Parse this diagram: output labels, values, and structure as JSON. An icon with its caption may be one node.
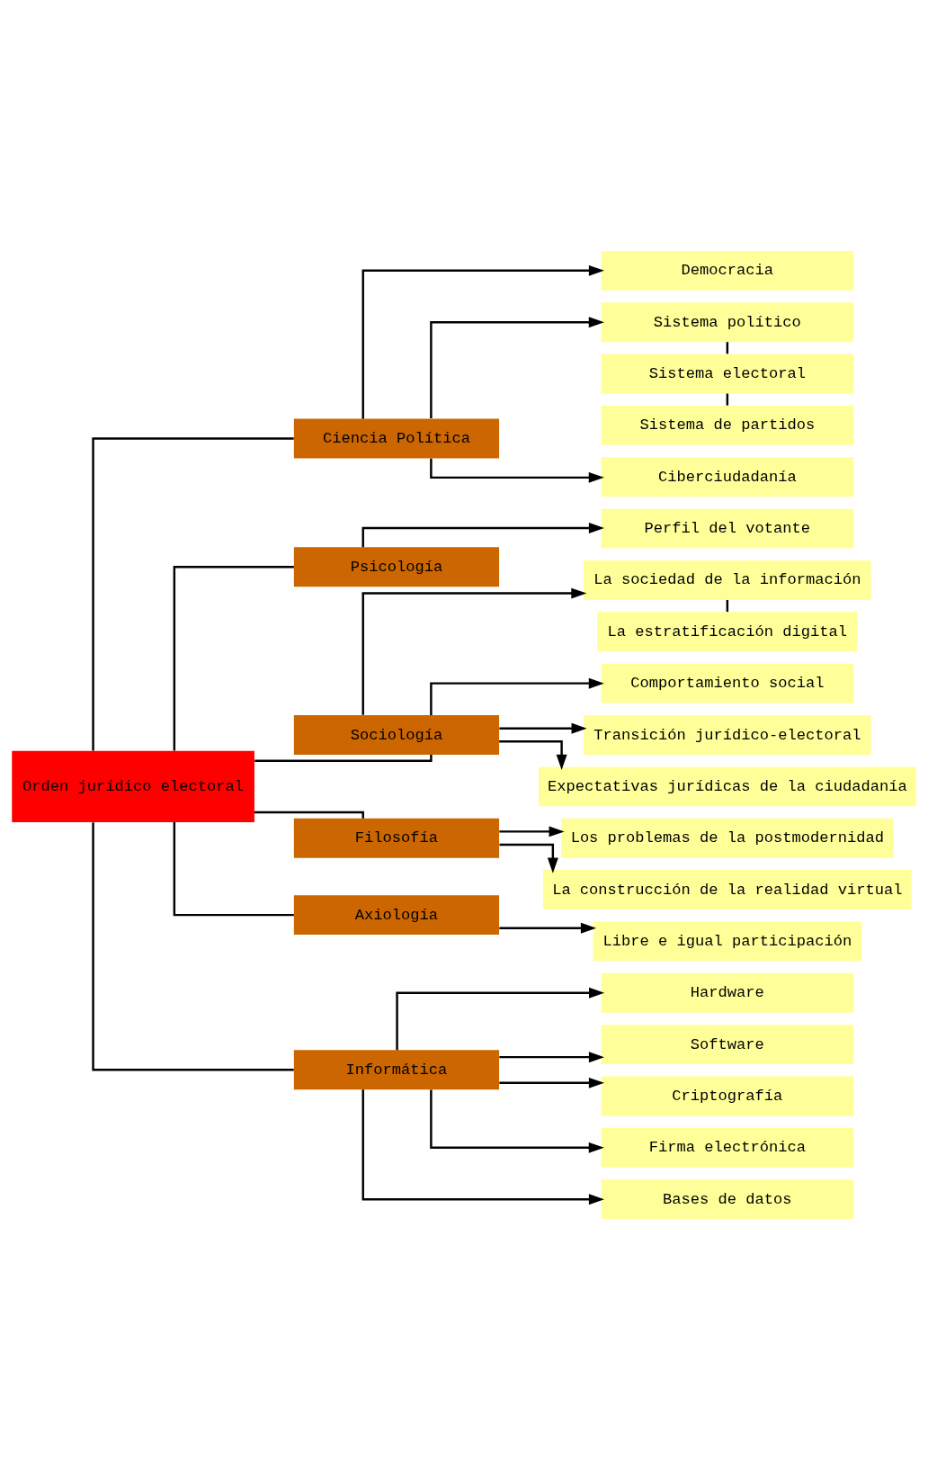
{
  "diagram": {
    "nodes": [
      {
        "text": [
          "Orden jurídico electoral"
        ]
      },
      {
        "text": [
          "Ciencia Política"
        ]
      },
      {
        "text": [
          "Democracia"
        ]
      },
      {
        "text": [
          "Sistema político"
        ]
      },
      {
        "text": [
          "Sistema electoral"
        ]
      },
      {
        "text": [
          "Sistema de partidos"
        ]
      },
      {
        "text": [
          "Ciberciudadanía"
        ]
      },
      {
        "text": [
          "Psicología"
        ]
      },
      {
        "text": [
          "Perfil del votante"
        ]
      },
      {
        "text": [
          "Sociología"
        ]
      },
      {
        "text": [
          "La sociedad de la información"
        ]
      },
      {
        "text": [
          "La estratificación digital"
        ]
      },
      {
        "text": [
          "Comportamiento social"
        ]
      },
      {
        "text": [
          "Transición jurídico-electoral"
        ]
      },
      {
        "text": [
          "Expectativas jurídicas de la ciudadanía"
        ]
      },
      {
        "text": [
          "Filosofía"
        ]
      },
      {
        "text": [
          "Los problemas de la postmodernidad"
        ]
      },
      {
        "text": [
          "La construcción de la realidad virtual"
        ]
      },
      {
        "text": [
          "Axiología"
        ]
      },
      {
        "text": [
          "Libre e igual participación"
        ]
      },
      {
        "text": [
          "Informática"
        ]
      },
      {
        "text": [
          "Hardware"
        ]
      },
      {
        "text": [
          "Software"
        ]
      },
      {
        "text": [
          "Criptografía"
        ]
      },
      {
        "text": [
          "Firma electrónica"
        ]
      },
      {
        "text": [
          "Bases de datos"
        ]
      }
    ],
    "edges": [
      {
        "from": 0,
        "to": 1,
        "arrow": "none"
      },
      {
        "from": 0,
        "to": 7,
        "arrow": "none"
      },
      {
        "from": 0,
        "to": 9,
        "arrow": "none"
      },
      {
        "from": 0,
        "to": 15,
        "arrow": "none"
      },
      {
        "from": 0,
        "to": 18,
        "arrow": "none"
      },
      {
        "from": 0,
        "to": 20,
        "arrow": "none"
      },
      {
        "from": 1,
        "to": 2,
        "arrow": "to"
      },
      {
        "from": 1,
        "to": 3,
        "arrow": "to"
      },
      {
        "from": 3,
        "to": 4,
        "arrow": "none"
      },
      {
        "from": 4,
        "to": 5,
        "arrow": "none"
      },
      {
        "from": 1,
        "to": 6,
        "arrow": "to"
      },
      {
        "from": 7,
        "to": 8,
        "arrow": "to"
      },
      {
        "from": 9,
        "to": 10,
        "arrow": "to"
      },
      {
        "from": 10,
        "to": 11,
        "arrow": "none"
      },
      {
        "from": 9,
        "to": 12,
        "arrow": "to"
      },
      {
        "from": 9,
        "to": 13,
        "arrow": "to"
      },
      {
        "from": 9,
        "to": 14,
        "arrow": "to"
      },
      {
        "from": 15,
        "to": 16,
        "arrow": "to"
      },
      {
        "from": 15,
        "to": 17,
        "arrow": "to"
      },
      {
        "from": 18,
        "to": 19,
        "arrow": "to"
      },
      {
        "from": 20,
        "to": 21,
        "arrow": "to"
      },
      {
        "from": 20,
        "to": 22,
        "arrow": "to"
      },
      {
        "from": 20,
        "to": 23,
        "arrow": "to"
      },
      {
        "from": 20,
        "to": 24,
        "arrow": "to"
      },
      {
        "from": 20,
        "to": 25,
        "arrow": "to"
      }
    ]
  }
}
